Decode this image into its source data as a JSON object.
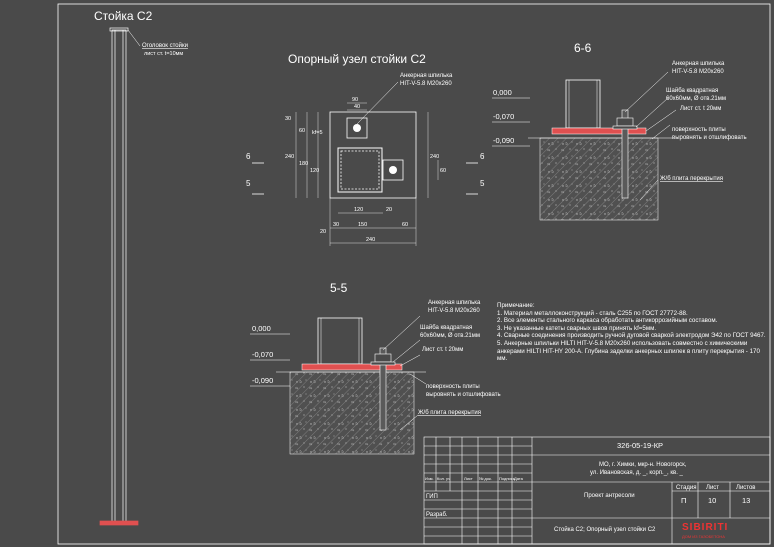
{
  "sheet": {
    "post_title": "Стойка С2",
    "post_cap_label_1": "Оголовок стойки",
    "post_cap_label_2": "лист ст. t=10мм",
    "node_title": "Опорный узел стойки С2",
    "section_66": "6-6",
    "section_55": "5-5",
    "section_mark_6": "6",
    "section_mark_5": "5"
  },
  "plan": {
    "anchor_label_1": "Анкерная шпилька",
    "anchor_label_2": "HIT-V-5.8 M20x260",
    "weld_label": "kf=5",
    "dims": {
      "top_90": "90",
      "top_40": "40",
      "left_30": "30",
      "left_60": "60",
      "left_240": "240",
      "left_180": "180",
      "left_120": "120",
      "right_240": "240",
      "right_60": "60",
      "bot_120": "120",
      "bot_20a": "20",
      "bot_30": "30",
      "bot_150": "150",
      "bot_60": "60",
      "bot_240": "240",
      "bot_20b": "20"
    }
  },
  "sec66": {
    "level_0": "0,000",
    "level_70": "-0,070",
    "level_90": "-0,090",
    "anchor_1": "Анкерная шпилька",
    "anchor_2": "HIT-V-5.8 M20x260",
    "washer_1": "Шайба квадратная",
    "washer_2": "60х60мм, Ø отв.21мм",
    "plate": "Лист ст. t 20мм",
    "surface_1": "поверхность плиты",
    "surface_2": "выровнять и отшлифовать",
    "slab": "Ж/б плита перекрытия"
  },
  "sec55": {
    "level_0": "0,000",
    "level_70": "-0,070",
    "level_90": "-0,090",
    "anchor_1": "Анкерная шпилька",
    "anchor_2": "HIT-V-5.8 M20x260",
    "washer_1": "Шайба квадратная",
    "washer_2": "60х60мм, Ø отв.21мм",
    "plate": "Лист ст. t 20мм",
    "surface_1": "поверхность плиты",
    "surface_2": "выровнять и отшлифовать",
    "slab": "Ж/б плита перекрытия"
  },
  "notes": {
    "title": "Примечание:",
    "items": [
      "1. Материал металлоконструкций - сталь С255 по ГОСТ 27772-88.",
      "2. Все элементы стального каркаса обработать антикоррозийным составом.",
      "3. Не указанные катеты сварных швов принять kf=5мм.",
      "4. Сварные соединения производить ручной дуговой сваркой электродом Э42 по ГОСТ 9467.",
      "5. Анкерные шпильки HILTI HIT-V-5.8 M20x260 использовать совместно с химическими анкерами HILTI HIT-HY 200-A. Глубина заделки анкерных шпилек в плиту перекрытия - 170 мм."
    ]
  },
  "title_block": {
    "code": "326-05-19-КР",
    "address_1": "МО, г. Химки, мкр-н. Новогорск,",
    "address_2": "ул. Ивановская, д. _, корп._, кв. _",
    "col_headers": [
      "Изм.",
      "Кол. уч",
      "Лист",
      "№ док.",
      "Подпись",
      "Дата"
    ],
    "gip": "ГИП",
    "razrab": "Разраб.",
    "project": "Проект антресоли",
    "stage_h": "Стадия",
    "sheet_h": "Лист",
    "sheets_h": "Листов",
    "stage": "П",
    "sheet": "10",
    "sheets": "13",
    "drawing_name": "Стойка С2; Опорный узел стойки С2",
    "logo": "SIBIRITI",
    "logo_sub": "ДОМ ИЗ ГАЗОБЕТОНА"
  },
  "colors": {
    "background": "#4a4a4a",
    "lines": "#ffffff",
    "hatch": "#c8c8c8",
    "plate_red": "#e05050",
    "logo_red": "#e33",
    "steel_fill": "#5a5a5a"
  }
}
